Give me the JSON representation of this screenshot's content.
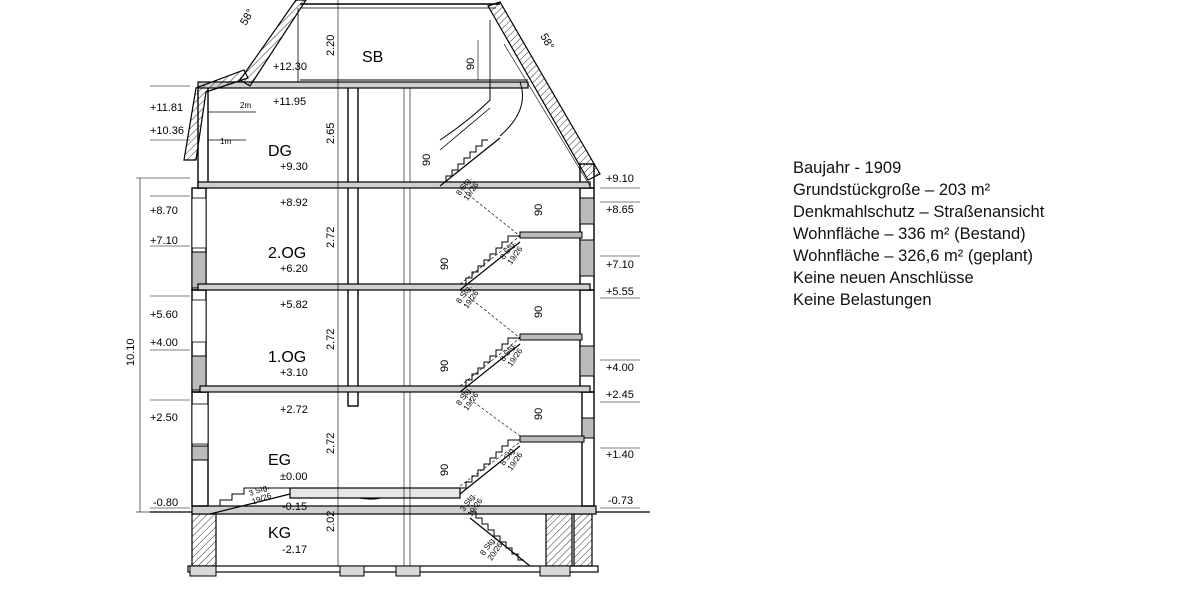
{
  "section": {
    "rooms": [
      "SB",
      "DG",
      "2.OG",
      "1.OG",
      "EG",
      "KG"
    ],
    "dims": [
      "2.20",
      "2.65",
      "2.72",
      "2.72",
      "2.72",
      "2.02",
      "10.10"
    ],
    "short_dims": [
      "90"
    ],
    "level_inner": [
      "+12.30",
      "+11.95",
      "+9.30",
      "+8.92",
      "+6.20",
      "+5.82",
      "+3.10",
      "+2.72",
      "±0.00",
      "-0.15",
      "-2.17"
    ],
    "level_left": [
      "+11.81",
      "+10.36",
      "+8.70",
      "+7.10",
      "+5.60",
      "+4.00",
      "+2.50",
      "-0.80"
    ],
    "level_right": [
      "+9.10",
      "+8.65",
      "+7.10",
      "+5.55",
      "+4.00",
      "+2.45",
      "+1.40",
      "-0.73"
    ],
    "angles": [
      "58°",
      "58°"
    ],
    "roof_marks": [
      "2m",
      "1m"
    ],
    "stair_steps": [
      "8 Stg.",
      "3 Stg."
    ],
    "stair_ratios": [
      "19/26",
      "20/26"
    ]
  },
  "info": [
    "Baujahr - 1909",
    "Grundstückgroße – 203 m²",
    "Denkmahlschutz – Straßenansicht",
    "Wohnfläche – 336 m² (Bestand)",
    "Wohnfläche – 326,6 m² (geplant)",
    "Keine neuen Anschlüsse",
    "Keine Belastungen"
  ]
}
